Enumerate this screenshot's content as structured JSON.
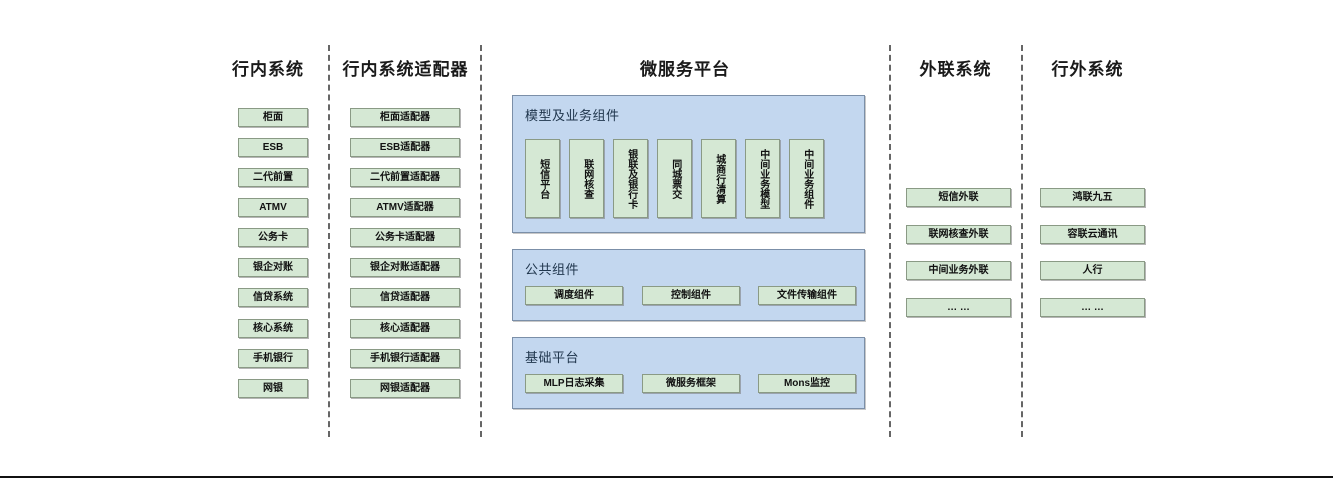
{
  "diagram": {
    "columns": [
      {
        "id": "in-bank-systems",
        "title": "行内系统",
        "items": [
          {
            "label": "柜面"
          },
          {
            "label": "ESB"
          },
          {
            "label": "二代前置"
          },
          {
            "label": "ATMV"
          },
          {
            "label": "公务卡"
          },
          {
            "label": "银企对账"
          },
          {
            "label": "信贷系统"
          },
          {
            "label": "核心系统"
          },
          {
            "label": "手机银行"
          },
          {
            "label": "网银"
          }
        ]
      },
      {
        "id": "in-bank-adapters",
        "title": "行内系统适配器",
        "items": [
          {
            "label": "柜面适配器"
          },
          {
            "label": "ESB适配器"
          },
          {
            "label": "二代前置适配器"
          },
          {
            "label": "ATMV适配器"
          },
          {
            "label": "公务卡适配器"
          },
          {
            "label": "银企对账适配器"
          },
          {
            "label": "信贷适配器"
          },
          {
            "label": "核心适配器"
          },
          {
            "label": "手机银行适配器"
          },
          {
            "label": "网银适配器"
          }
        ]
      },
      {
        "id": "microservice-platform",
        "title": "微服务平台",
        "panels": [
          {
            "id": "model-business-components",
            "title": "模型及业务组件",
            "orientation": "vertical",
            "items": [
              {
                "label": "短信平台"
              },
              {
                "label": "联网核查"
              },
              {
                "label": "银联及银行卡"
              },
              {
                "label": "同城票交"
              },
              {
                "label": "城商行清算"
              },
              {
                "label": "中间业务模型"
              },
              {
                "label": "中间业务组件"
              }
            ]
          },
          {
            "id": "public-components",
            "title": "公共组件",
            "orientation": "horizontal",
            "items": [
              {
                "label": "调度组件"
              },
              {
                "label": "控制组件"
              },
              {
                "label": "文件传输组件"
              }
            ]
          },
          {
            "id": "base-platform",
            "title": "基础平台",
            "orientation": "horizontal",
            "items": [
              {
                "label": "MLP日志采集"
              },
              {
                "label": "微服务框架"
              },
              {
                "label": "Mons监控"
              }
            ]
          }
        ]
      },
      {
        "id": "external-link-systems",
        "title": "外联系统",
        "items": [
          {
            "label": "短信外联"
          },
          {
            "label": "联网核查外联"
          },
          {
            "label": "中间业务外联"
          },
          {
            "label": "… …"
          }
        ]
      },
      {
        "id": "outside-bank-systems",
        "title": "行外系统",
        "items": [
          {
            "label": "鸿联九五"
          },
          {
            "label": "容联云通讯"
          },
          {
            "label": "人行"
          },
          {
            "label": "… …"
          }
        ]
      }
    ],
    "colors": {
      "box_fill": "#d5e8d4",
      "box_border": "#8a9a85",
      "panel_fill": "#c3d7ef",
      "panel_border": "#7b8fa8",
      "divider": "#666666",
      "text": "#1a1a1a"
    }
  }
}
